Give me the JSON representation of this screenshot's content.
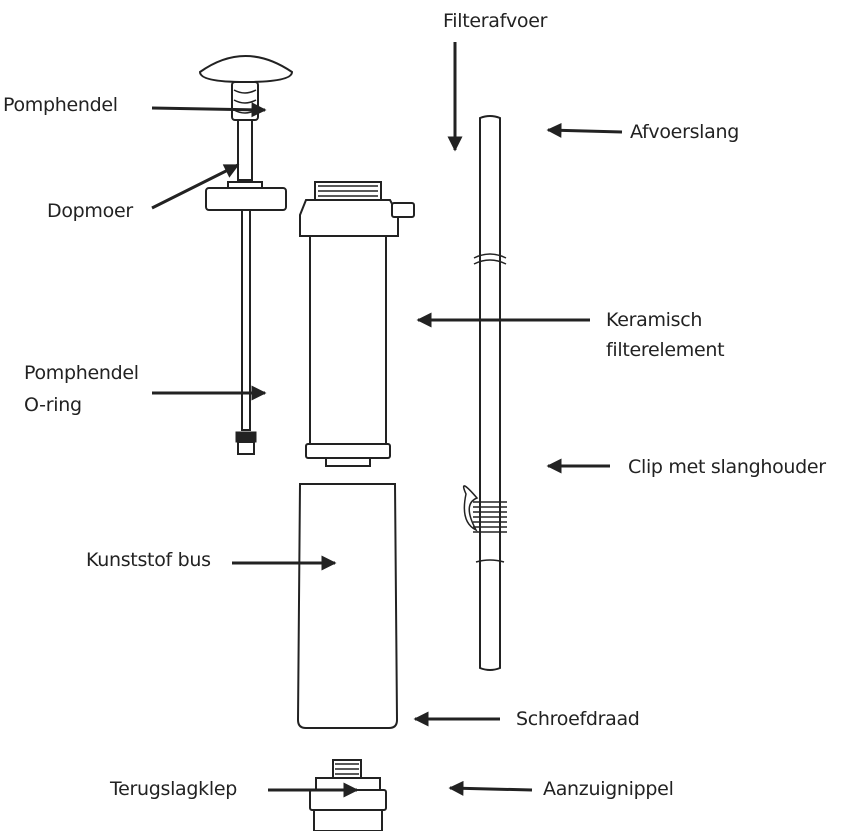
{
  "labels": {
    "filterafvoer": "Filterafvoer",
    "pomphendel": "Pomphendel",
    "afvoerslang": "Afvoerslang",
    "dopmoer": "Dopmoer",
    "keramisch_1": "Keramisch",
    "keramisch_2": "filterelement",
    "pomphendel_oring_1": "Pomphendel",
    "pomphendel_oring_2": "O-ring",
    "clip": "Clip met slanghouder",
    "kunststof_bus": "Kunststof bus",
    "schroefdraad": "Schroefdraad",
    "terugslagklep": "Terugslagklep",
    "aanzuignippel": "Aanzuignippel"
  },
  "colors": {
    "line": "#222222",
    "background": "#ffffff"
  }
}
